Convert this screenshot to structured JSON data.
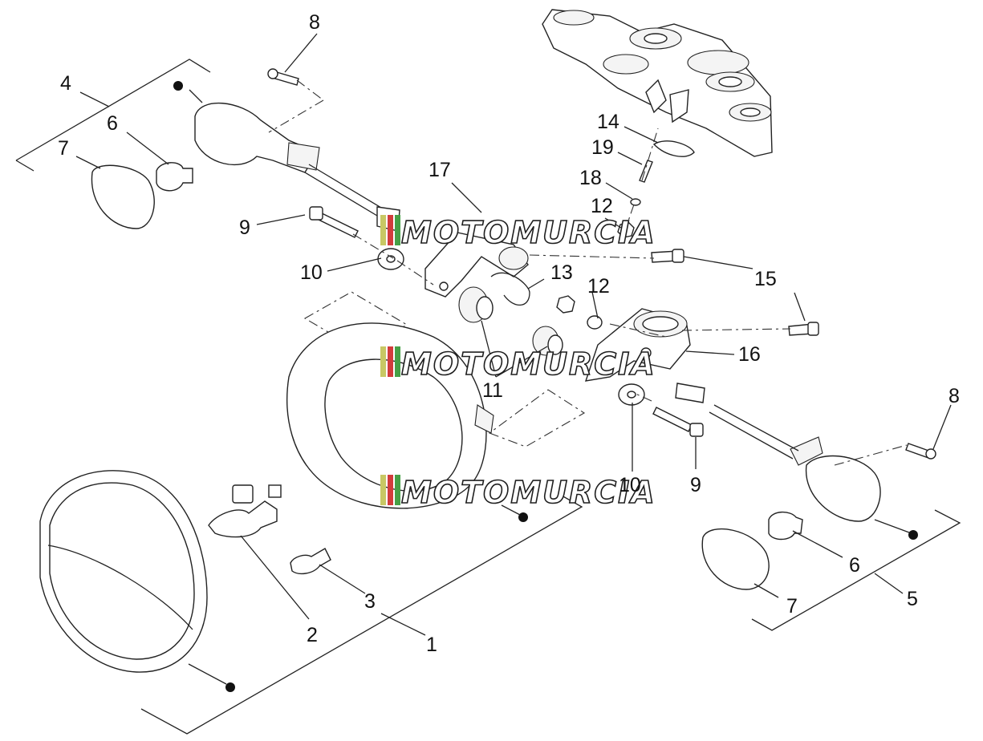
{
  "callouts": [
    "1",
    "2",
    "3",
    "4",
    "5",
    "6",
    "6",
    "7",
    "7",
    "8",
    "8",
    "9",
    "9",
    "10",
    "10",
    "11",
    "12",
    "12",
    "13",
    "14",
    "15",
    "16",
    "17",
    "18",
    "19"
  ],
  "watermark": "MOTOMURCIA",
  "colors": {
    "line": "#222222",
    "background": "#ffffff",
    "watermark_stripe_1": "#c8c864",
    "watermark_stripe_2": "#d23c3c",
    "watermark_stripe_3": "#46a046"
  }
}
